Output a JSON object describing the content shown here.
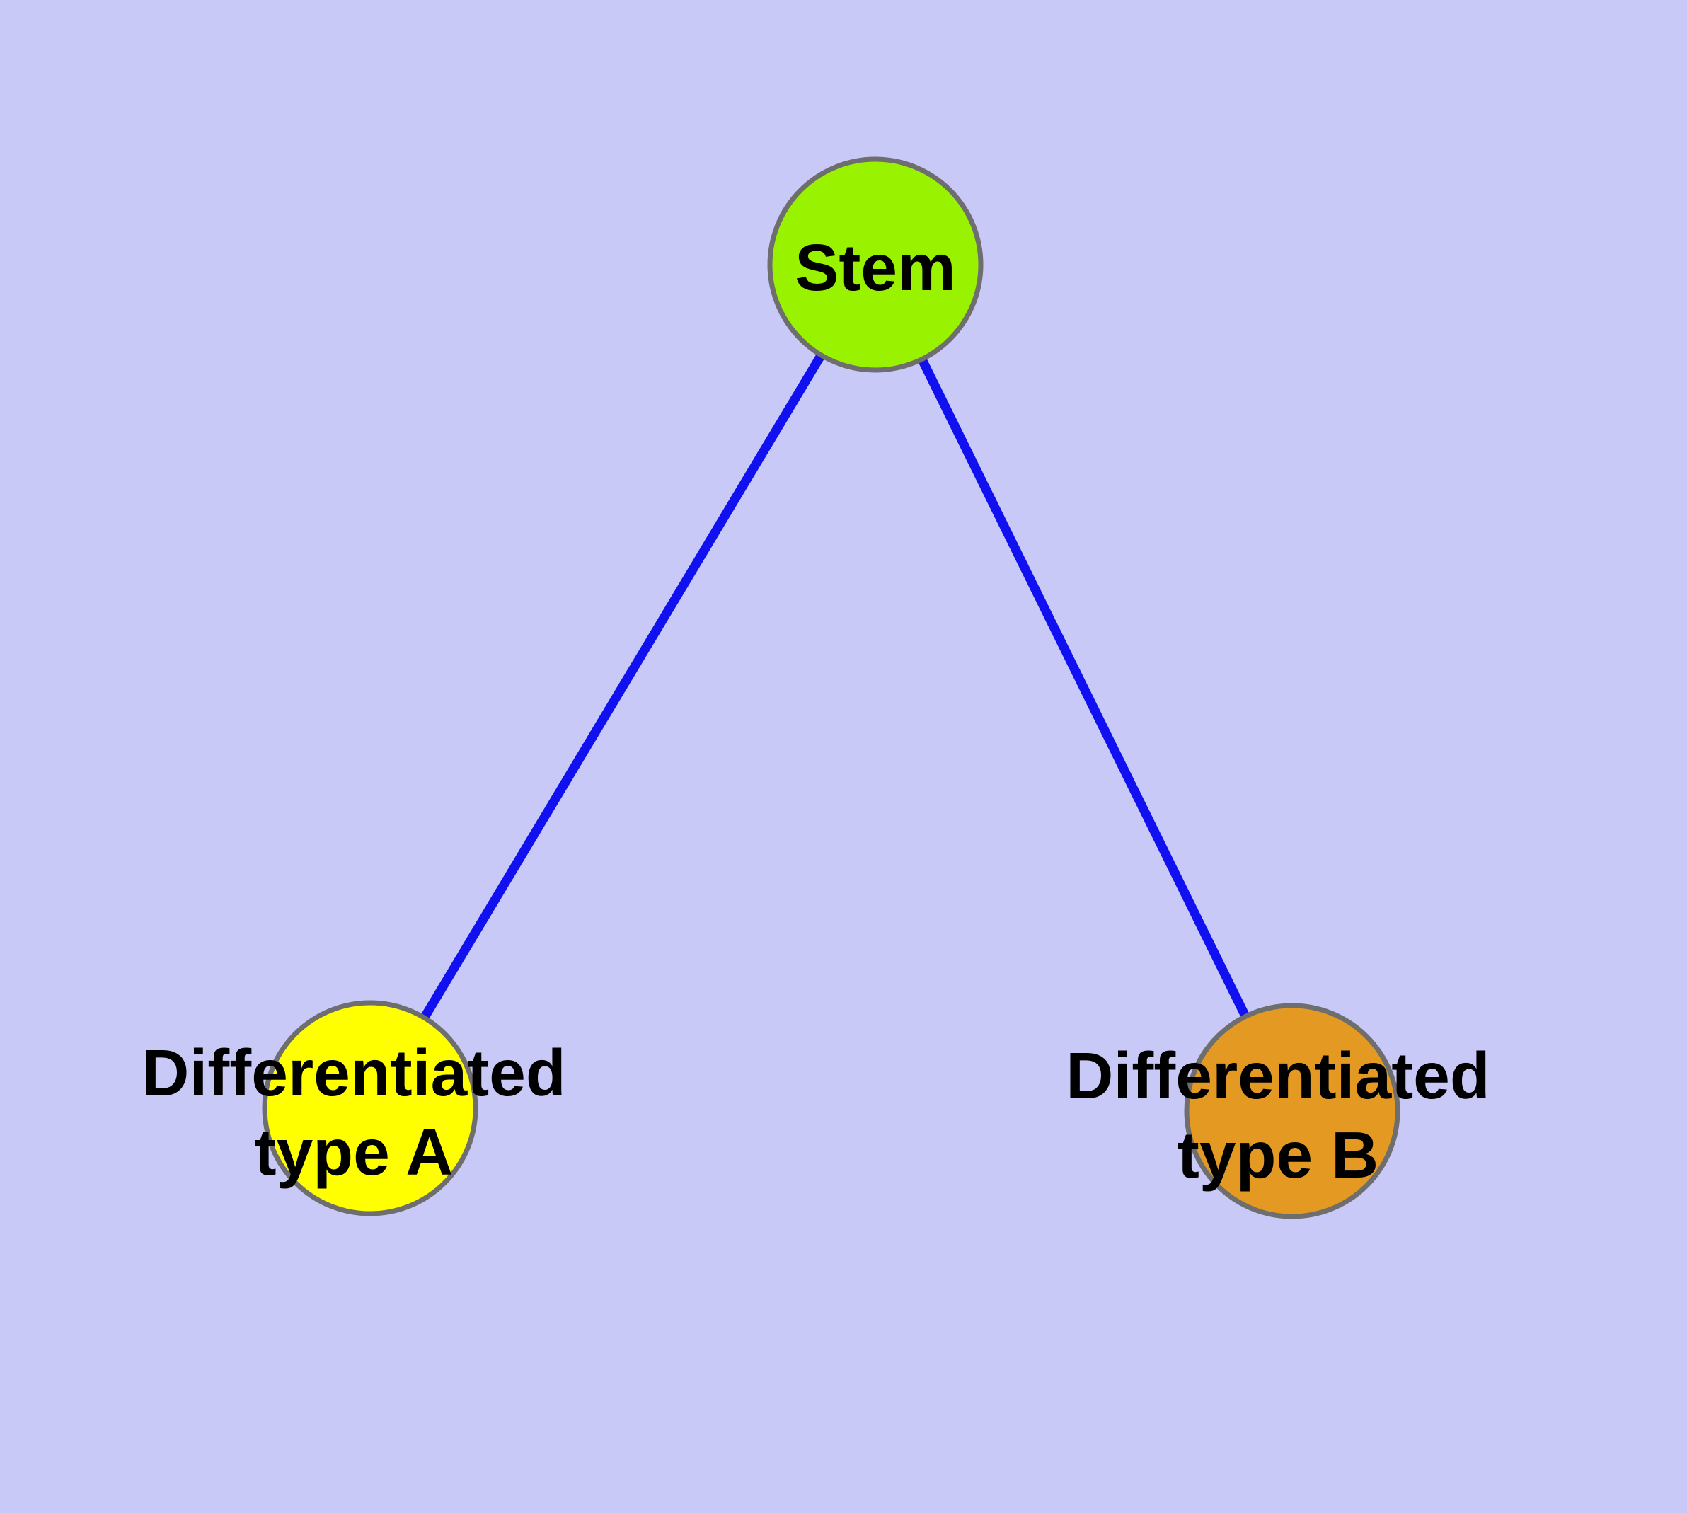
{
  "diagram": {
    "type": "graph",
    "background_color": "#C9C9F8",
    "edge_color": "#1010F0",
    "node_border_color": "#6E6E6E",
    "text_color": "#000000",
    "nodes": [
      {
        "id": "stem",
        "label": "Stem",
        "fill_color": "#99F200"
      },
      {
        "id": "differentiated-type-a",
        "label_line1": "Differentiated",
        "label_line2": "type A",
        "fill_color": "#FFFF00"
      },
      {
        "id": "differentiated-type-b",
        "label_line1": "Differentiated",
        "label_line2": "type B",
        "fill_color": "#E49A22"
      }
    ],
    "edges": [
      {
        "from": "Stem",
        "to": "Differentiated type A"
      },
      {
        "from": "Stem",
        "to": "Differentiated type B"
      }
    ]
  }
}
